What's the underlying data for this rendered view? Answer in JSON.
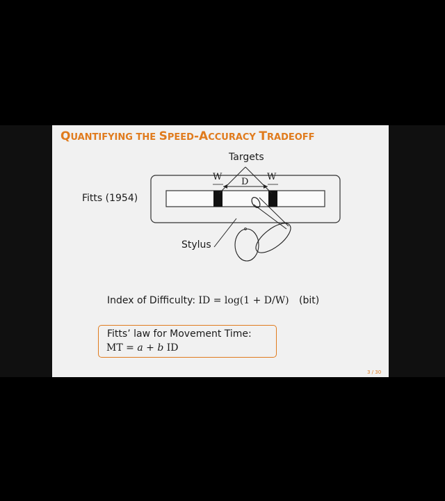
{
  "slide": {
    "title_parts": [
      {
        "text": "Q",
        "size": "cap"
      },
      {
        "text": "UANTIFYING THE ",
        "size": "sc"
      },
      {
        "text": "S",
        "size": "cap"
      },
      {
        "text": "PEED",
        "size": "sc"
      },
      {
        "text": "-A",
        "size": "cap"
      },
      {
        "text": "CCURACY ",
        "size": "sc"
      },
      {
        "text": "T",
        "size": "cap"
      },
      {
        "text": "RADEOFF",
        "size": "sc"
      }
    ],
    "page_number": "3 / 30"
  },
  "diagram": {
    "fitts_reference": "Fitts (1954)",
    "targets_label": "Targets",
    "stylus_label": "Stylus",
    "width_symbol": "W",
    "distance_symbol": "D"
  },
  "difficulty": {
    "label": "Index of Difficulty:",
    "formula": "ID = log(1 + D/W)",
    "unit": "(bit)"
  },
  "law_box": {
    "title": "Fitts’ law for Movement Time:",
    "lhs": "MT = ",
    "a": "a",
    "plus": " + ",
    "b": "b",
    "rhs": " ID"
  },
  "colors": {
    "accent": "#e07b1d",
    "slide_background": "#f1f1f1",
    "screen_background": "#000000"
  }
}
